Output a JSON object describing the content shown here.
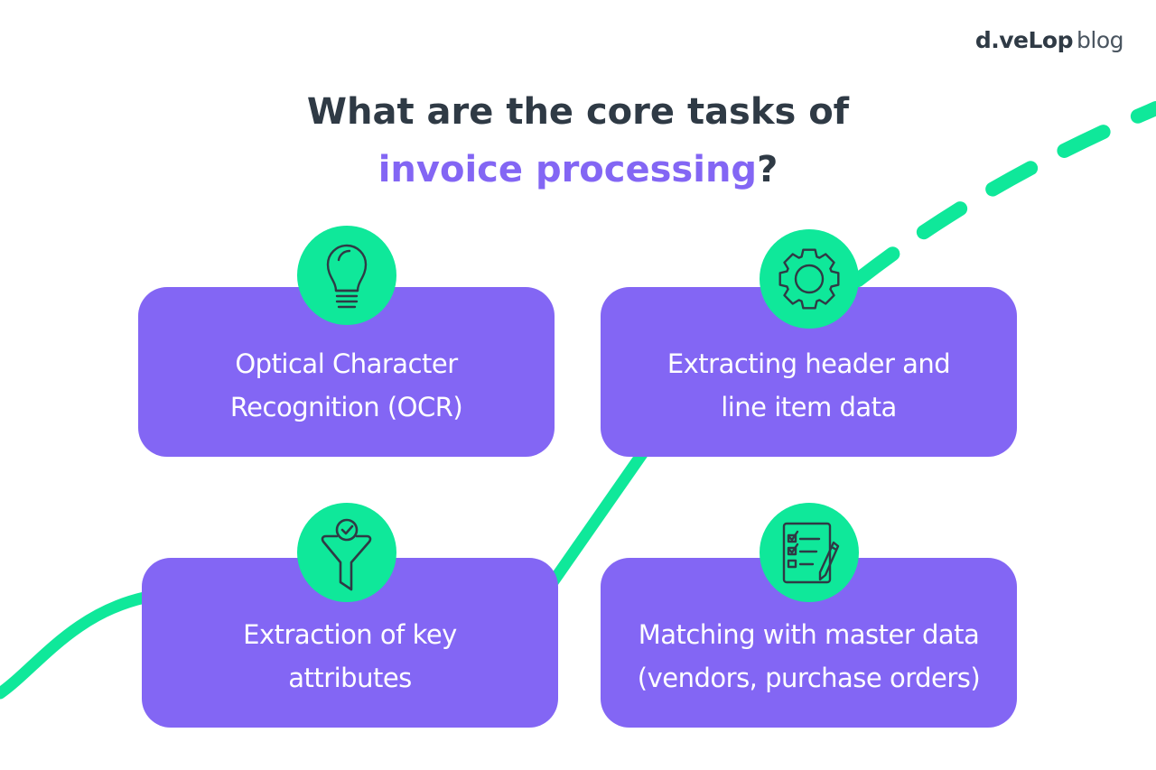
{
  "logo": {
    "brand": "d.veLop",
    "suffix": "blog"
  },
  "title": {
    "line1": "What are the core tasks of",
    "accent": "invoice processing",
    "punct": "?"
  },
  "colors": {
    "card": "#8366f4",
    "accent": "#8366f4",
    "green": "#0fe89a",
    "dark": "#2f3a45"
  },
  "cards": [
    {
      "icon": "lightbulb-icon",
      "line1": "Optical Character",
      "line2": "Recognition (OCR)"
    },
    {
      "icon": "gear-icon",
      "line1": "Extracting header and",
      "line2": "line item data"
    },
    {
      "icon": "filter-check-icon",
      "line1": "Extraction of key",
      "line2": "attributes"
    },
    {
      "icon": "checklist-pencil-icon",
      "line1": "Matching with master data",
      "line2": "(vendors, purchase orders)"
    }
  ]
}
